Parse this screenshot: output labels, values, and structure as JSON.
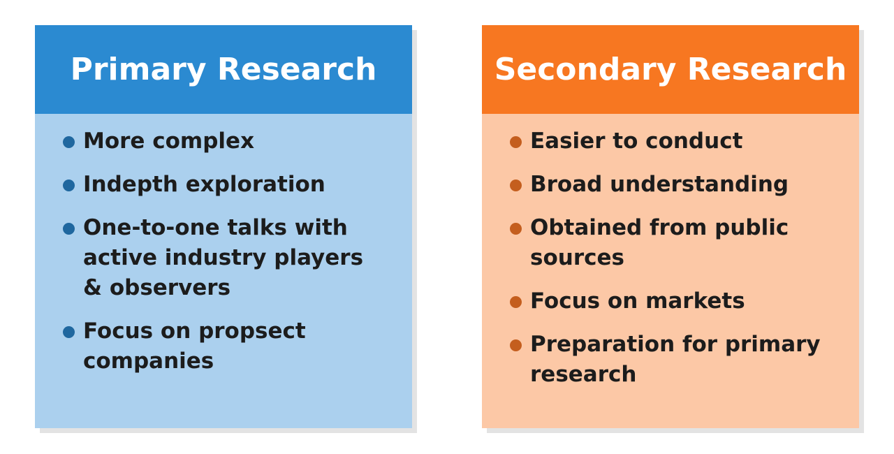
{
  "primary": {
    "title": "Primary Research",
    "colors": {
      "header": "#2b8ad1",
      "body": "#abd0ee",
      "bullet": "#1f679f"
    },
    "items": [
      "More complex",
      "Indepth exploration",
      "One-to-one talks with active industry players & observers",
      "Focus on propsect companies"
    ]
  },
  "secondary": {
    "title": "Secondary Research",
    "colors": {
      "header": "#f77721",
      "body": "#fcc8a6",
      "bullet": "#c45e1e"
    },
    "items": [
      "Easier to conduct",
      "Broad understanding",
      "Obtained from public sources",
      "Focus on markets",
      "Preparation for primary research"
    ]
  }
}
